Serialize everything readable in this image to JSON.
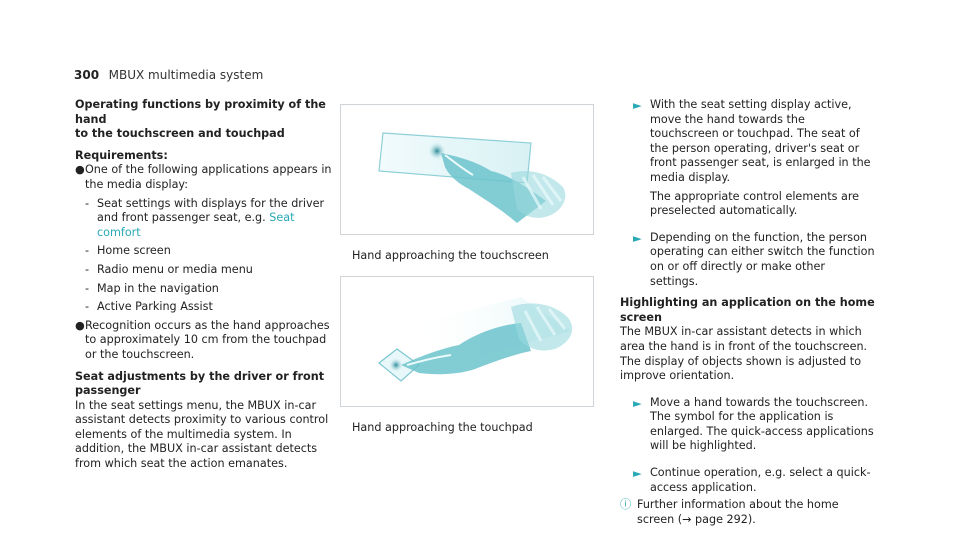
{
  "header": {
    "page_number": "300",
    "section_title": "MBUX multimedia system"
  },
  "col1": {
    "heading1_line1": "Operating functions by proximity of the hand",
    "heading1_line2": "to the touchscreen and touchpad",
    "requirements_label": "Requirements:",
    "bullet1": "One of the following applications appears in the media display:",
    "sub1_prefix": "Seat settings with displays for the driver and front passenger seat, e.g.",
    "sub1_link": "Seat comfort",
    "sub2": "Home screen",
    "sub3": "Radio menu or media menu",
    "sub4": "Map in the navigation",
    "sub5": "Active Parking Assist",
    "bullet2": "Recognition occurs as the hand approaches to approximately 10 cm from the touchpad or the touchscreen.",
    "heading2": "Seat adjustments by the driver or front passenger",
    "para": "In the seat settings menu, the MBUX in-car assistant detects proximity to various control elements of the multimedia system. In addition, the MBUX in-car assistant detects from which seat the action emanates."
  },
  "col2": {
    "caption1": "Hand approaching the touchscreen",
    "caption2": "Hand approaching the touchpad"
  },
  "col3": {
    "step1": "With the seat setting display active, move the hand towards the touchscreen or touchpad. The seat of the person operating, driver's seat or front passenger seat, is enlarged in the media display.",
    "step1_note": "The appropriate control elements are preselected automatically.",
    "step2": "Depending on the function, the person operating can either switch the function on or off directly or make other settings.",
    "heading3": "Highlighting an application on the home screen",
    "para3": "The MBUX in-car assistant detects in which area the hand is in front of the touchscreen. The display of objects shown is adjusted to improve orientation.",
    "step3": "Move a hand towards the touchscreen. The symbol for the application is enlarged. The quick-access applications will be highlighted.",
    "step4": "Continue operation, e.g. select a quick-access application.",
    "info": "Further information about the home screen (→ page 292)."
  },
  "glyphs": {
    "bullet": "●",
    "dash": "-",
    "arrow": "►",
    "info_icon": "ⓘ"
  },
  "colors": {
    "accent": "#29a8b5",
    "illustration": "#4fb3bf"
  }
}
